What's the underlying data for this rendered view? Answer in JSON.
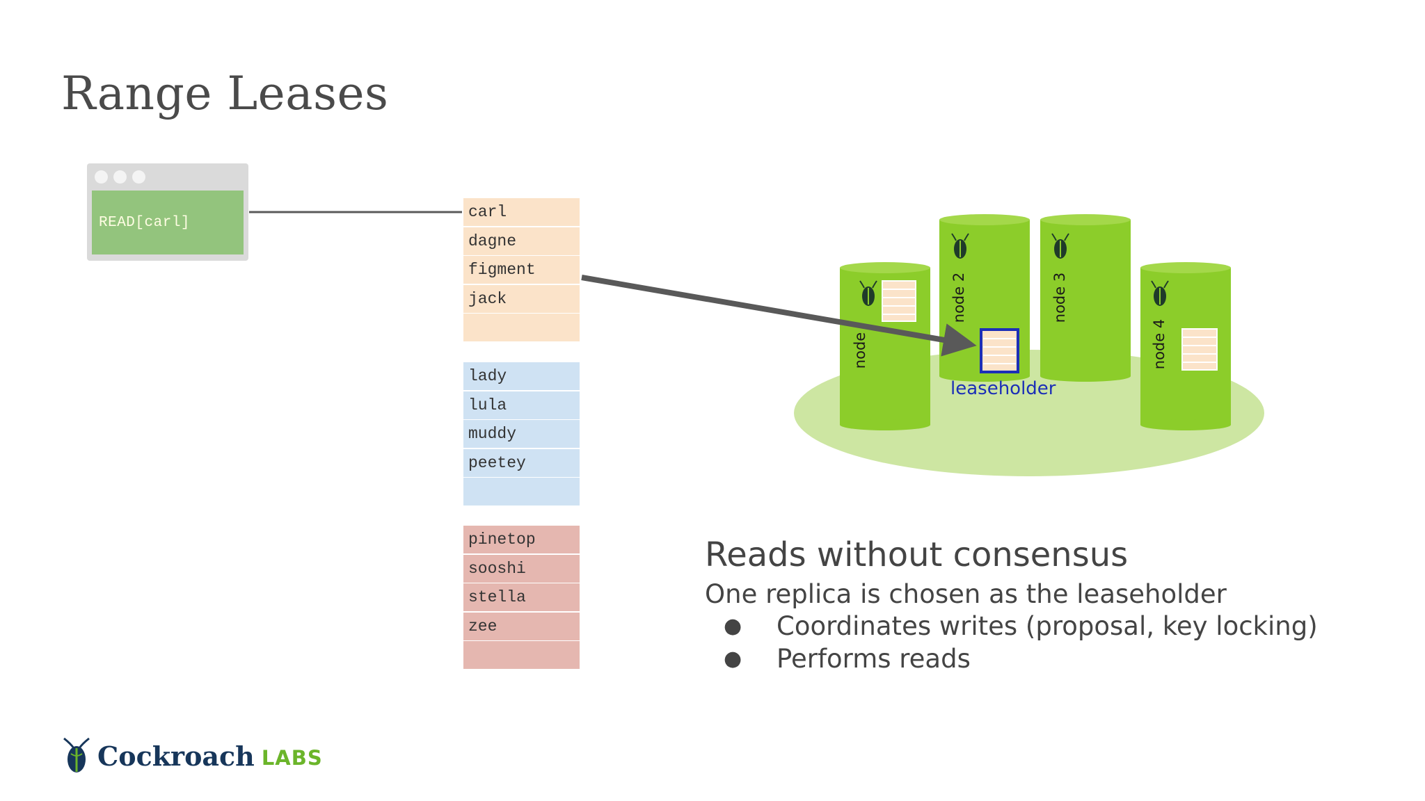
{
  "title": "Range Leases",
  "client": {
    "command": "READ[carl]"
  },
  "ranges": [
    {
      "keys": [
        "carl",
        "dagne",
        "figment",
        "jack",
        ""
      ]
    },
    {
      "keys": [
        "lady",
        "lula",
        "muddy",
        "peetey",
        ""
      ]
    },
    {
      "keys": [
        "pinetop",
        "sooshi",
        "stella",
        "zee",
        ""
      ]
    }
  ],
  "nodes": [
    {
      "label": "node"
    },
    {
      "label": "node 2"
    },
    {
      "label": "node 3"
    },
    {
      "label": "node 4"
    }
  ],
  "leaseholder_label": "leaseholder",
  "text": {
    "heading": "Reads without consensus",
    "subheading": "One replica is chosen as the leaseholder",
    "bullets": [
      "Coordinates writes (proposal, key locking)",
      "Performs reads"
    ]
  },
  "logo": {
    "brand": "Cockroach",
    "suffix": "LABS"
  },
  "colors": {
    "node_green": "#8ccd2a",
    "platform": "#cde6a2",
    "range1": "#fbe3c9",
    "range2": "#cfe2f3",
    "range3": "#e5b7b0",
    "leaseholder": "#1c2fb7"
  }
}
